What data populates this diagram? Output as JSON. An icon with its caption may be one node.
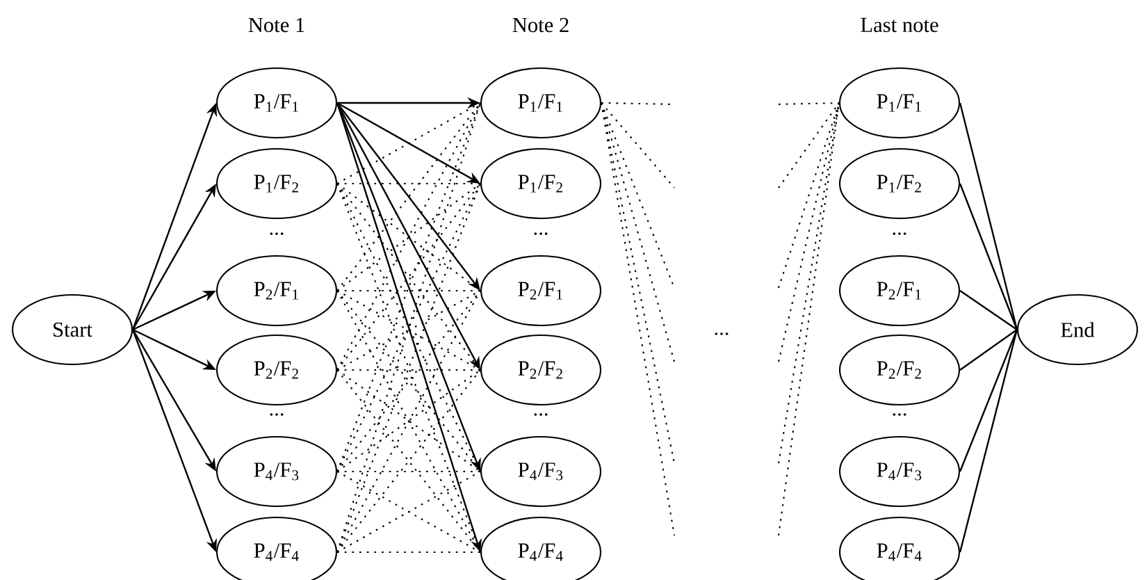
{
  "diagram": {
    "nodes": [
      {
        "text": [
          "Start"
        ]
      },
      {
        "text": [
          "P$_{1}$/F$_{1}$"
        ]
      },
      {
        "text": [
          "P$_{1}$/F$_{2}$"
        ]
      },
      {
        "text": [
          "P$_{2}$/F$_{1}$"
        ]
      },
      {
        "text": [
          "P$_{2}$/F$_{2}$"
        ]
      },
      {
        "text": [
          "P$_{4}$/F$_{3}$"
        ]
      },
      {
        "text": [
          "P$_{4}$/F$_{4}$"
        ]
      },
      {
        "text": [
          "P$_{1}$/F$_{1}$"
        ]
      },
      {
        "text": [
          "P$_{1}$/F$_{2}$"
        ]
      },
      {
        "text": [
          "P$_{2}$/F$_{1}$"
        ]
      },
      {
        "text": [
          "P$_{2}$/F$_{2}$"
        ]
      },
      {
        "text": [
          "P$_{4}$/F$_{3}$"
        ]
      },
      {
        "text": [
          "P$_{4}$/F$_{4}$"
        ]
      },
      {
        "text": [
          "P$_{1}$/F$_{1}$"
        ]
      },
      {
        "text": [
          "P$_{1}$/F$_{2}$"
        ]
      },
      {
        "text": [
          "P$_{2}$/F$_{1}$"
        ]
      },
      {
        "text": [
          "P$_{2}$/F$_{2}$"
        ]
      },
      {
        "text": [
          "P$_{4}$/F$_{3}$"
        ]
      },
      {
        "text": [
          "P$_{4}$/F$_{4}$"
        ]
      },
      {
        "text": [
          "End"
        ]
      }
    ],
    "edges": [
      {
        "from": 0,
        "to": 1,
        "arrow": "to"
      },
      {
        "from": 0,
        "to": 2,
        "arrow": "to"
      },
      {
        "from": 0,
        "to": 3,
        "arrow": "to"
      },
      {
        "from": 0,
        "to": 4,
        "arrow": "to"
      },
      {
        "from": 0,
        "to": 5,
        "arrow": "to"
      },
      {
        "from": 0,
        "to": 6,
        "arrow": "to"
      },
      {
        "from": 1,
        "to": 7,
        "arrow": "to"
      },
      {
        "from": 1,
        "to": 8,
        "arrow": "to"
      },
      {
        "from": 1,
        "to": 9,
        "arrow": "to"
      },
      {
        "from": 1,
        "to": 10,
        "arrow": "to"
      },
      {
        "from": 1,
        "to": 11,
        "arrow": "to"
      },
      {
        "from": 1,
        "to": 12,
        "arrow": "to"
      },
      {
        "from": 2,
        "to": 7,
        "arrow": "none",
        "style": "dashed"
      },
      {
        "from": 2,
        "to": 8,
        "arrow": "none",
        "style": "dashed"
      },
      {
        "from": 2,
        "to": 9,
        "arrow": "none",
        "style": "dashed"
      },
      {
        "from": 2,
        "to": 10,
        "arrow": "none",
        "style": "dashed"
      },
      {
        "from": 2,
        "to": 11,
        "arrow": "none",
        "style": "dashed"
      },
      {
        "from": 2,
        "to": 12,
        "arrow": "none",
        "style": "dashed"
      },
      {
        "from": 3,
        "to": 7,
        "arrow": "none",
        "style": "dashed"
      },
      {
        "from": 3,
        "to": 8,
        "arrow": "none",
        "style": "dashed"
      },
      {
        "from": 3,
        "to": 9,
        "arrow": "none",
        "style": "dashed"
      },
      {
        "from": 3,
        "to": 10,
        "arrow": "none",
        "style": "dashed"
      },
      {
        "from": 3,
        "to": 11,
        "arrow": "none",
        "style": "dashed"
      },
      {
        "from": 3,
        "to": 12,
        "arrow": "none",
        "style": "dashed"
      },
      {
        "from": 4,
        "to": 7,
        "arrow": "none",
        "style": "dashed"
      },
      {
        "from": 4,
        "to": 8,
        "arrow": "none",
        "style": "dashed"
      },
      {
        "from": 4,
        "to": 9,
        "arrow": "none",
        "style": "dashed"
      },
      {
        "from": 4,
        "to": 10,
        "arrow": "none",
        "style": "dashed"
      },
      {
        "from": 4,
        "to": 11,
        "arrow": "none",
        "style": "dashed"
      },
      {
        "from": 4,
        "to": 12,
        "arrow": "none",
        "style": "dashed"
      },
      {
        "from": 5,
        "to": 7,
        "arrow": "none",
        "style": "dashed"
      },
      {
        "from": 5,
        "to": 8,
        "arrow": "none",
        "style": "dashed"
      },
      {
        "from": 5,
        "to": 9,
        "arrow": "none",
        "style": "dashed"
      },
      {
        "from": 5,
        "to": 10,
        "arrow": "none",
        "style": "dashed"
      },
      {
        "from": 5,
        "to": 11,
        "arrow": "none",
        "style": "dashed"
      },
      {
        "from": 5,
        "to": 12,
        "arrow": "none",
        "style": "dashed"
      },
      {
        "from": 6,
        "to": 7,
        "arrow": "none",
        "style": "dashed"
      },
      {
        "from": 6,
        "to": 8,
        "arrow": "none",
        "style": "dashed"
      },
      {
        "from": 6,
        "to": 9,
        "arrow": "none",
        "style": "dashed"
      },
      {
        "from": 6,
        "to": 10,
        "arrow": "none",
        "style": "dashed"
      },
      {
        "from": 6,
        "to": 11,
        "arrow": "none",
        "style": "dashed"
      },
      {
        "from": 6,
        "to": 12,
        "arrow": "none",
        "style": "dashed"
      },
      {
        "from": 7,
        "to": null,
        "arrow": "none",
        "style": "dashed"
      },
      {
        "from": 7,
        "to": null,
        "arrow": "none",
        "style": "dashed"
      },
      {
        "from": 7,
        "to": null,
        "arrow": "none",
        "style": "dashed"
      },
      {
        "from": 7,
        "to": null,
        "arrow": "none",
        "style": "dashed"
      },
      {
        "from": 7,
        "to": null,
        "arrow": "none",
        "style": "dashed"
      },
      {
        "from": 7,
        "to": null,
        "arrow": "none",
        "style": "dashed"
      },
      {
        "from": null,
        "to": 13,
        "arrow": "none",
        "style": "dashed"
      },
      {
        "from": null,
        "to": 13,
        "arrow": "none",
        "style": "dashed"
      },
      {
        "from": null,
        "to": 13,
        "arrow": "none",
        "style": "dashed"
      },
      {
        "from": null,
        "to": 13,
        "arrow": "none",
        "style": "dashed"
      },
      {
        "from": null,
        "to": 13,
        "arrow": "none",
        "style": "dashed"
      },
      {
        "from": null,
        "to": 13,
        "arrow": "none",
        "style": "dashed"
      },
      {
        "from": 13,
        "to": 19,
        "arrow": "none"
      },
      {
        "from": 14,
        "to": 19,
        "arrow": "none"
      },
      {
        "from": 15,
        "to": 19,
        "arrow": "none"
      },
      {
        "from": 16,
        "to": 19,
        "arrow": "none"
      },
      {
        "from": 17,
        "to": 19,
        "arrow": "none"
      },
      {
        "from": 18,
        "to": 19,
        "arrow": "none"
      }
    ],
    "labels": [
      "Note 1",
      "Note 2",
      "Last note",
      "...",
      "...",
      "...",
      "...",
      "...",
      "...",
      "..."
    ]
  }
}
